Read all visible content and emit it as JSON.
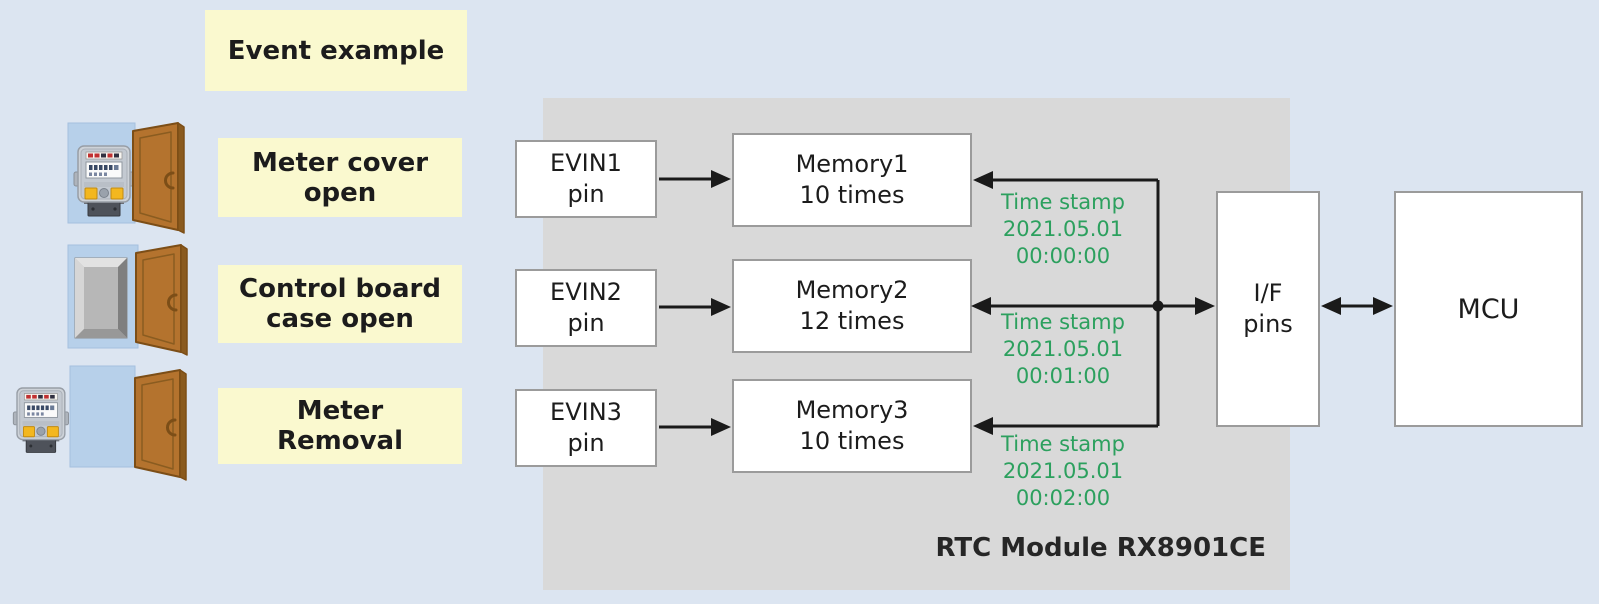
{
  "colors": {
    "background": "#DCE5F1",
    "label_bg": "#FAF9CF",
    "module_bg": "#D9D9D9",
    "box_border": "#9B9B9B",
    "text": "#1C1C1C",
    "timestamp_green": "#2CA05E",
    "arrow": "#1A1A1A",
    "panel_blue": "#B7D0EA",
    "door_brown": "#B4732E"
  },
  "legend": {
    "title": "Event example",
    "events": [
      {
        "line1": "Meter cover",
        "line2": "open"
      },
      {
        "line1": "Control board",
        "line2": "case open"
      },
      {
        "line1": "Meter",
        "line2": "Removal"
      }
    ]
  },
  "module": {
    "label": "RTC Module RX8901CE",
    "channels": [
      {
        "pin_line1": "EVIN1",
        "pin_line2": "pin",
        "memory_line1": "Memory1",
        "memory_line2": "10 times",
        "ts_line1": "Time stamp",
        "ts_line2": "2021.05.01",
        "ts_line3": "00:00:00"
      },
      {
        "pin_line1": "EVIN2",
        "pin_line2": "pin",
        "memory_line1": "Memory2",
        "memory_line2": "12 times",
        "ts_line1": "Time stamp",
        "ts_line2": "2021.05.01",
        "ts_line3": "00:01:00"
      },
      {
        "pin_line1": "EVIN3",
        "pin_line2": "pin",
        "memory_line1": "Memory3",
        "memory_line2": "10 times",
        "ts_line1": "Time stamp",
        "ts_line2": "2021.05.01",
        "ts_line3": "00:02:00"
      }
    ]
  },
  "interface_box": {
    "line1": "I/F",
    "line2": "pins"
  },
  "mcu_box": {
    "label": "MCU"
  }
}
